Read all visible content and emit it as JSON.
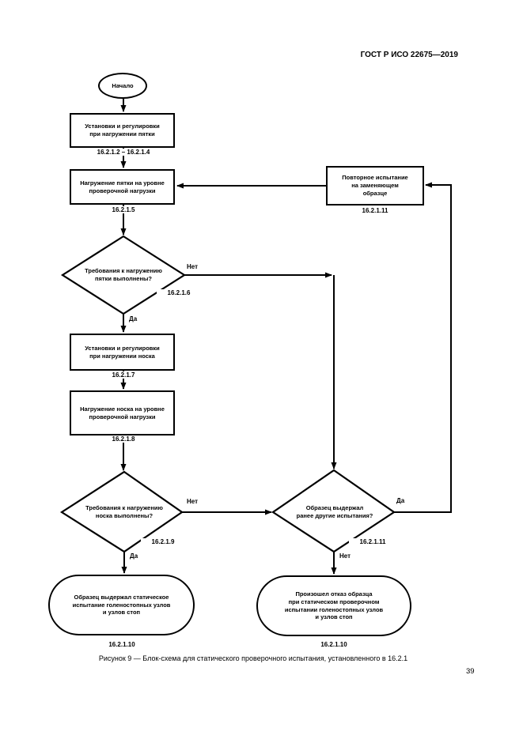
{
  "page": {
    "header": "ГОСТ Р ИСО 22675—2019",
    "caption": "Рисунок 9 — Блок-схема для статического проверочного испытания, установленного в 16.2.1",
    "page_number": "39"
  },
  "flow": {
    "start": {
      "label": "Начало"
    },
    "setup_heel": {
      "text": "Установки и регулировки\nпри нагружении пятки",
      "ref": "16.2.1.2 – 16.2.1.4"
    },
    "load_heel": {
      "text": "Нагружение пятки на уровне\nпроверочной нагрузки",
      "ref": "16.2.1.5"
    },
    "repeat_test": {
      "text": "Повторное испытание\nна заменяющем\nобразце",
      "ref": "16.2.1.11"
    },
    "heel_ok": {
      "text": "Требования к нагружению\nпятки выполнены?",
      "ref": "16.2.1.6",
      "yes": "Да",
      "no": "Нет"
    },
    "setup_toe": {
      "text": "Установки и регулировки\nпри нагружении носка",
      "ref": "16.2.1.7"
    },
    "load_toe": {
      "text": "Нагружение носка на уровне\nпроверочной нагрузки",
      "ref": "16.2.1.8"
    },
    "toe_ok": {
      "text": "Требования к нагружению\nноска выполнены?",
      "ref": "16.2.1.9",
      "yes": "Да",
      "no": "Нет"
    },
    "prior_tests": {
      "text": "Образец выдержал\nранее другие испытания?",
      "ref": "16.2.1.11",
      "yes": "Да",
      "no": "Нет"
    },
    "pass_end": {
      "text": "Образец выдержал статическое\nиспытание голеностопных узлов\nи узлов стоп",
      "ref": "16.2.1.10"
    },
    "fail_end": {
      "text": "Произошел отказ образца\nпри статическом проверочном\nиспытании голеностопных узлов\nи узлов стоп",
      "ref": "16.2.1.10"
    }
  },
  "colors": {
    "ink": "#000000",
    "paper": "#ffffff"
  }
}
